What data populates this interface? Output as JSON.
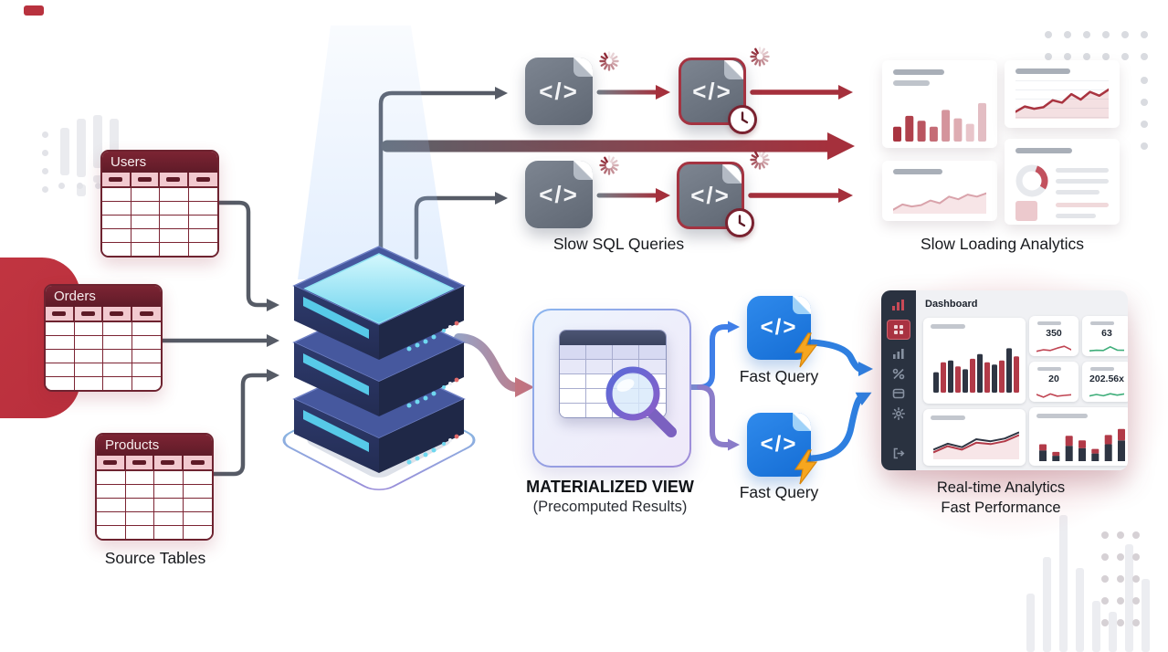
{
  "colors": {
    "maroon": "#6e2330",
    "maroon_dark": "#5d1a26",
    "pink": "#f2c9cf",
    "arrow_red": "#a5303c",
    "arrow_gray": "#565b66",
    "blue": "#1e7ce2",
    "blue_arrow": "#2e7fe0",
    "purple": "#8b7cc9",
    "orange": "#f6a61f",
    "navy": "#2b3763",
    "cyan": "#5ad2ef",
    "sidebar": "#2a3240",
    "green": "#3fae7a"
  },
  "source": {
    "label": "Source Tables",
    "tables": [
      {
        "name": "Users"
      },
      {
        "name": "Orders"
      },
      {
        "name": "Products"
      }
    ]
  },
  "slow": {
    "queries_label": "Slow SQL Queries",
    "analytics_label": "Slow Loading Analytics",
    "code_glyph": "</>",
    "bar_card": {
      "values": [
        30,
        52,
        42,
        30,
        64,
        47,
        36,
        78
      ],
      "colors": [
        "#a93440",
        "#b0414c",
        "#ba5560",
        "#c56c76",
        "#d4949c",
        "#deacb2",
        "#e8c5ca",
        "#e3bdc3"
      ]
    },
    "line_values": [
      18,
      32,
      26,
      30,
      48,
      42,
      64,
      50,
      70,
      60,
      76
    ],
    "area_values": [
      12,
      28,
      22,
      26,
      40,
      32,
      52,
      44,
      58,
      52,
      62
    ]
  },
  "fast": {
    "mv_title": "MATERIALIZED VIEW",
    "mv_subtitle": "(Precomputed Results)",
    "query1_label": "Fast Query",
    "query2_label": "Fast Query",
    "analytics_line1": "Real-time Analytics",
    "analytics_line2": "Fast Performance",
    "code_glyph": "</>"
  },
  "dashboard": {
    "title": "Dashboard",
    "stats": [
      {
        "value": "350",
        "color": "#c04553",
        "spark": [
          30,
          45,
          38,
          62,
          80,
          45
        ]
      },
      {
        "value": "63",
        "color": "#3fae7a",
        "spark": [
          35,
          40,
          38,
          75,
          42,
          40
        ]
      },
      {
        "value": "20",
        "color": "#c04553",
        "spark": [
          55,
          28,
          60,
          38,
          45,
          52
        ]
      },
      {
        "value": "202.56x",
        "color": "#3fae7a",
        "spark": [
          40,
          55,
          42,
          62,
          48,
          60
        ]
      }
    ],
    "group_chart": {
      "a": [
        35,
        55,
        40,
        66,
        48,
        76
      ],
      "b": [
        52,
        45,
        58,
        52,
        55,
        62
      ]
    },
    "line_chart": {
      "a": [
        28,
        45,
        35,
        58,
        52,
        60,
        78
      ],
      "b": [
        20,
        38,
        28,
        48,
        44,
        52,
        70
      ]
    },
    "stack_chart": {
      "a": [
        28,
        14,
        40,
        34,
        20,
        44,
        54
      ],
      "b": [
        16,
        10,
        26,
        20,
        12,
        24,
        30
      ]
    }
  }
}
